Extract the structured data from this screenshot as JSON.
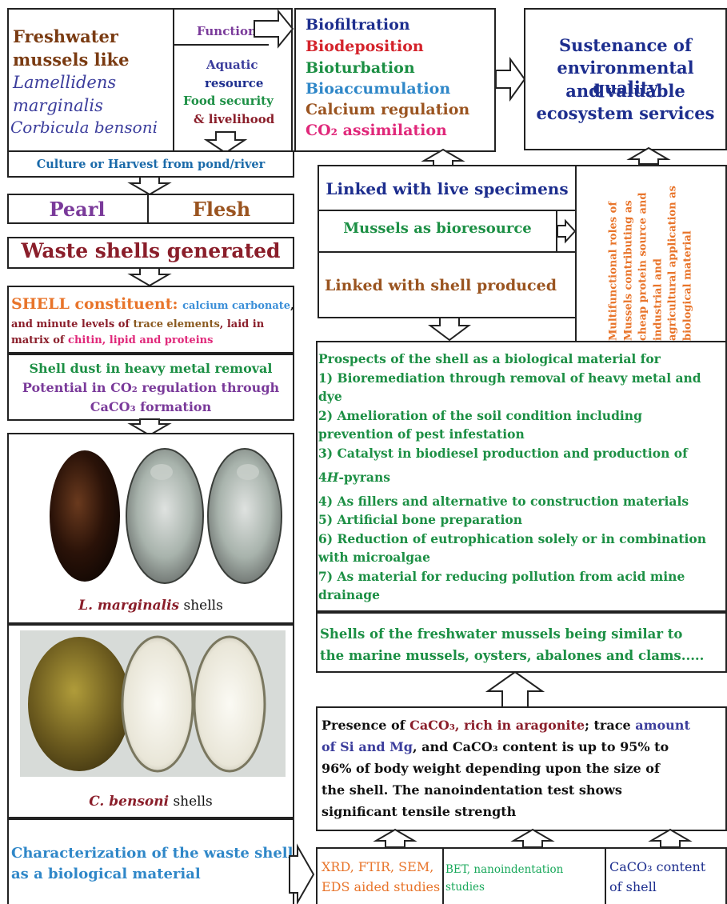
{
  "top_left": {
    "line1": "Freshwater",
    "line2": "mussels like",
    "line3": "Lamellidens",
    "line4": "marginalis",
    "line5": "Corbicula bensoni"
  },
  "functions_label": "Functions",
  "aquatic": {
    "line1": "Aquatic",
    "line2": "resource",
    "line3": "Food security",
    "line4": "& livelihood"
  },
  "processes": [
    "Biofiltration",
    "Biodeposition",
    "Bioturbation",
    "Bioaccumulation",
    "Calcium regulation",
    "CO₂ assimilation"
  ],
  "sustenance": {
    "line1": "Sustenance of",
    "line2": "environmental quality",
    "line3": "and valuable",
    "line4": "ecosystem services"
  },
  "culture": "Culture or Harvest from pond/river",
  "pearl": "Pearl",
  "flesh": "Flesh",
  "waste": "Waste shells generated",
  "shell_constituent": {
    "title": "SHELL constituent:",
    "calcium": "calcium carbonate",
    "comma": ",",
    "t1": "and minute levels of ",
    "trace": "trace elements",
    "t2": ", laid in",
    "t3": "matrix of ",
    "chitin": "chitin, lipid and proteins"
  },
  "shell_dust": {
    "line1": "Shell dust in heavy metal removal",
    "line2": "Potential in CO₂ regulation through",
    "line3": "CaCO₃ formation"
  },
  "lm_caption": {
    "name": "L. marginalis",
    "suffix": " shells"
  },
  "cb_caption": {
    "name": "C. bensoni",
    "suffix": " shells"
  },
  "characterization": {
    "line1": "Characterization of the waste shell",
    "line2": "as a biological material"
  },
  "linked_live": "Linked with live specimens",
  "bioresource": "Mussels as bioresource",
  "linked_shell": "Linked with shell produced",
  "multifunctional": {
    "line1": "Multifunctional roles of",
    "line2": "Mussels contributing as",
    "line3": "cheap protein source and",
    "line4": "industrial and",
    "line5": "agricultural application as",
    "line6": "biological material"
  },
  "prospects": {
    "title": "Prospects of the shell as a biological material for",
    "p1a": "1) Bioremediation through removal of heavy metal and",
    "p1b": "dye",
    "p2a": "2) Amelioration of the soil condition including",
    "p2b": "prevention of pest infestation",
    "p3a": "3) Catalyst in biodiesel production and production of",
    "p3b_num": "4",
    "p3b_it": "H",
    "p3b_rest": "-pyrans",
    "p4": "4)  As fillers and alternative to construction materials",
    "p5": "5) Artificial bone preparation",
    "p6a": "6) Reduction of eutrophication solely or in combination",
    "p6b": "with microalgae",
    "p7a": "7) As material for reducing pollution from acid mine",
    "p7b": "drainage"
  },
  "similar": {
    "line1": "Shells of the freshwater mussels being similar to",
    "line2": "the marine mussels, oysters, abalones and clams....."
  },
  "presence": {
    "a": "Presence of ",
    "caco3": "CaCO₃, rich in aragonite",
    "b": "; trace ",
    "amount": "amount",
    "c": "of Si and Mg",
    "d": ", and CaCO₃ content is  up to 95% to",
    "line3": "96%  of body weight depending upon the size of",
    "line4": "the shell. The nanoindentation test shows",
    "line5": "significant tensile strength"
  },
  "xrd": {
    "line1": "XRD, FTIR, SEM,",
    "line2": "EDS aided studies"
  },
  "bet": {
    "line1": "BET, nanoindentation",
    "line2": "studies"
  },
  "caco3_content": {
    "line1": "CaCO₃ content",
    "line2": "of shell"
  }
}
